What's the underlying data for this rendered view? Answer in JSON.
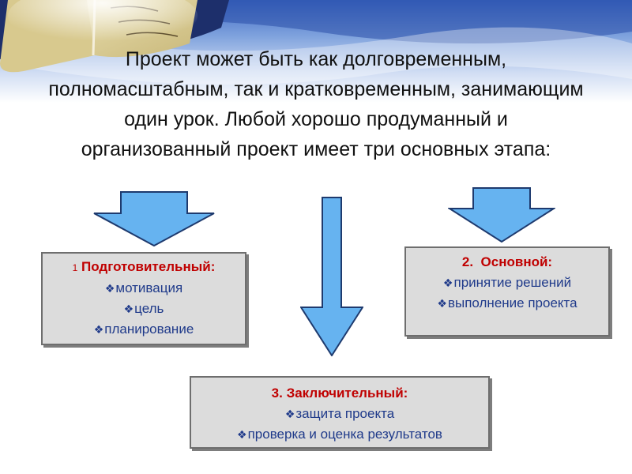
{
  "intro_text": "Проект может быть как долговременным, полномасштабным, так и кратковременным, занимающим один урок. Любой хорошо продуманный и организованный проект имеет три основных этапа:",
  "stages": [
    {
      "number": "1",
      "title": "Подготовительный:",
      "items": [
        "мотивация",
        "цель",
        "планирование"
      ]
    },
    {
      "number": "2.",
      "title": "Основной:",
      "items": [
        "принятие решений",
        "выполнение проекта"
      ]
    },
    {
      "number": "3.",
      "title": "Заключительный:",
      "items": [
        "защита проекта",
        "проверка и оценка результатов"
      ]
    }
  ],
  "colors": {
    "arrow_fill": "#66b3f0",
    "arrow_stroke": "#1e3a6e",
    "box_fill": "#dcdcdc",
    "title_red": "#c00000",
    "item_blue": "#1f3a8a"
  }
}
